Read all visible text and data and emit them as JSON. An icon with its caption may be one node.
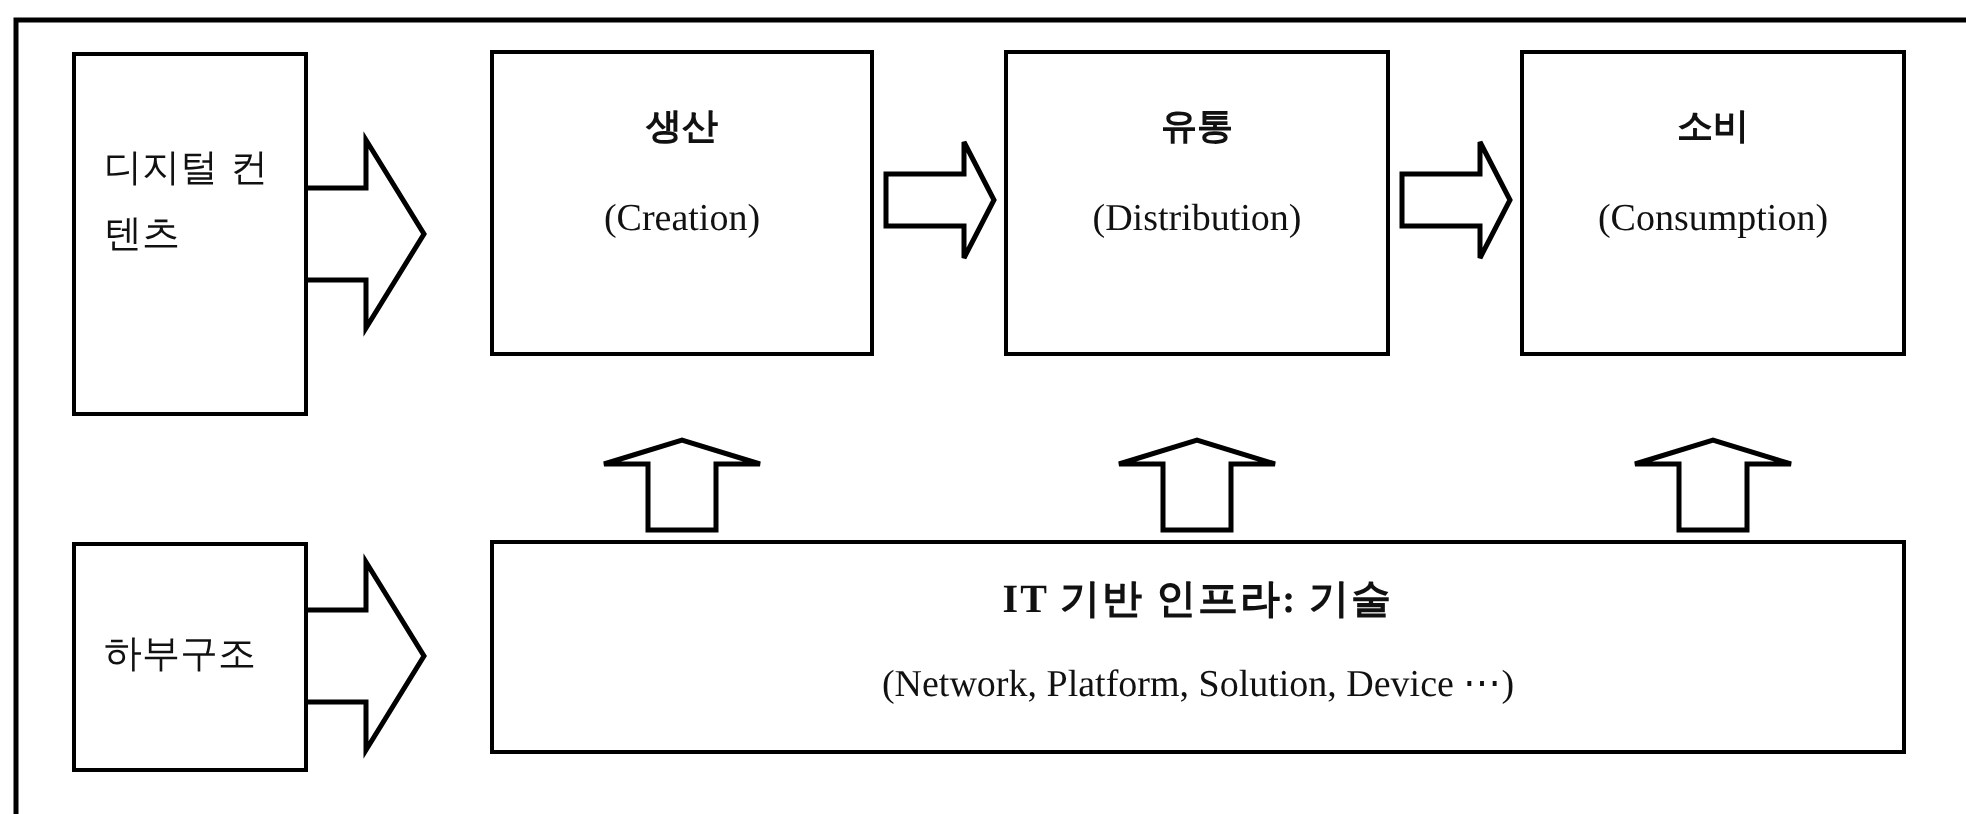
{
  "diagram": {
    "nodes": [
      {
        "text": [
          "디지털 컨텐츠"
        ]
      },
      {
        "text": [
          "생산",
          "(Creation)"
        ]
      },
      {
        "text": [
          "유통",
          "(Distribution)"
        ]
      },
      {
        "text": [
          "소비",
          "(Consumption)"
        ]
      },
      {
        "text": [
          "하부구조"
        ]
      },
      {
        "text": [
          "IT 기반 인프라: 기술",
          "(Network, Platform, Solution, Device ⋯)"
        ]
      }
    ],
    "edges": [
      {
        "from": 0,
        "to": 1,
        "arrow": "to"
      },
      {
        "from": 1,
        "to": 2,
        "arrow": "to"
      },
      {
        "from": 2,
        "to": 3,
        "arrow": "to"
      },
      {
        "from": 4,
        "to": 5,
        "arrow": "to"
      },
      {
        "from": 5,
        "to": 1,
        "arrow": "to"
      },
      {
        "from": 5,
        "to": 2,
        "arrow": "to"
      },
      {
        "from": 5,
        "to": 3,
        "arrow": "to"
      }
    ]
  }
}
